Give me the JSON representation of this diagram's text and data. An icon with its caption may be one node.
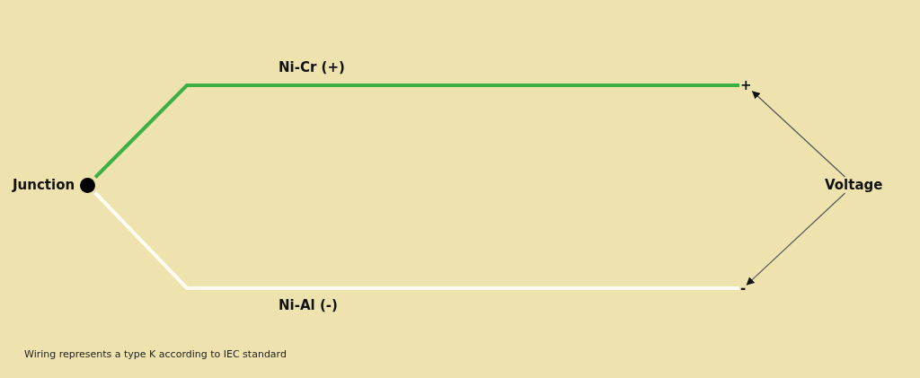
{
  "diagram": {
    "nodes": [
      {
        "text": [],
        "shape": "circle",
        "beside": [
          "Junction"
        ]
      },
      {
        "text": [
          "+"
        ]
      },
      {
        "text": [
          "-"
        ]
      },
      {
        "text": [
          "Voltage"
        ]
      }
    ],
    "edges": [
      {
        "from": 0,
        "to": 1,
        "arrow": "none",
        "label": "Ni-Cr (+)",
        "style": "thick",
        "color": "#3cb043"
      },
      {
        "from": 0,
        "to": 2,
        "arrow": "none",
        "label": "Ni-Al (-)",
        "style": "thick",
        "color": "#fffdf2"
      },
      {
        "from": 3,
        "to": 1,
        "arrow": "to"
      },
      {
        "from": 3,
        "to": 2,
        "arrow": "to"
      }
    ],
    "labels": [
      "Wiring represents a type K according to IEC standard"
    ]
  }
}
